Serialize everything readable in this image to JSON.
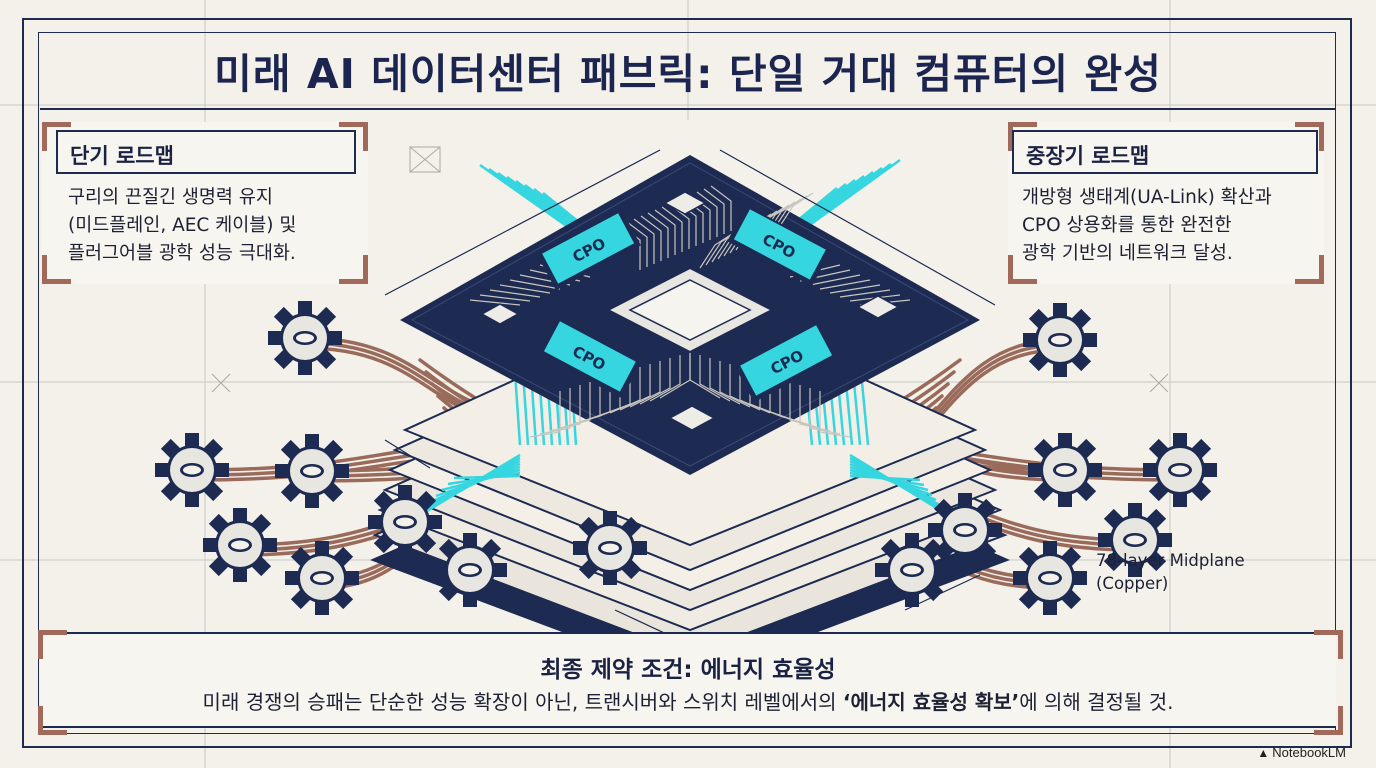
{
  "title": "미래 AI 데이터센터 패브릭: 단일 거대 컴퓨터의 완성",
  "short_term": {
    "heading": "단기 로드맵",
    "lines": [
      "구리의 끈질긴 생명력 유지",
      "(미드플레인, AEC 케이블) 및",
      "플러그어블 광학 성능 극대화."
    ]
  },
  "mid_long_term": {
    "heading": "중장기 로드맵",
    "lines": [
      "개방형 생태계(UA-Link) 확산과",
      "CPO 상용화를 통한 완전한",
      "광학 기반의 네트워크 달성."
    ]
  },
  "chips": {
    "cpo_label": "CPO"
  },
  "midplane_label": {
    "line1": "78-layer Midplane",
    "line2": "(Copper)"
  },
  "final": {
    "heading": "최종 제약 조건: 에너지 효율성",
    "text_before": "미래 경쟁의 승패는 단순한 성능 확장이 아닌, 트랜시버와 스위치 레벨에서의 ",
    "text_emphasis": "‘에너지 효율성 확보’",
    "text_after": "에 의해 결정될 것."
  },
  "brand": "NotebookLM",
  "colors": {
    "navy": "#1d2a52",
    "copper": "#9a6a5a",
    "cyan": "#35d6e0",
    "paper": "#f3f1ea"
  }
}
